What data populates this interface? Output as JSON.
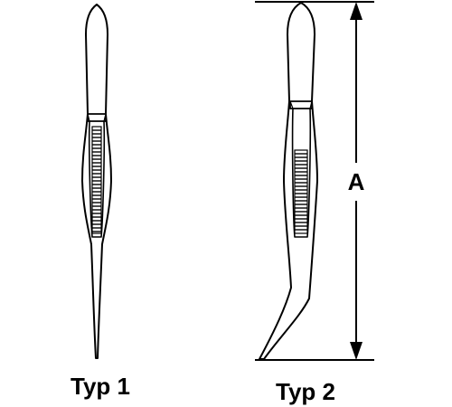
{
  "figures": [
    {
      "label": "Typ 1"
    },
    {
      "label": "Typ 2"
    }
  ],
  "dimension": {
    "label": "A"
  },
  "colors": {
    "stroke": "#000000",
    "background": "#ffffff"
  }
}
